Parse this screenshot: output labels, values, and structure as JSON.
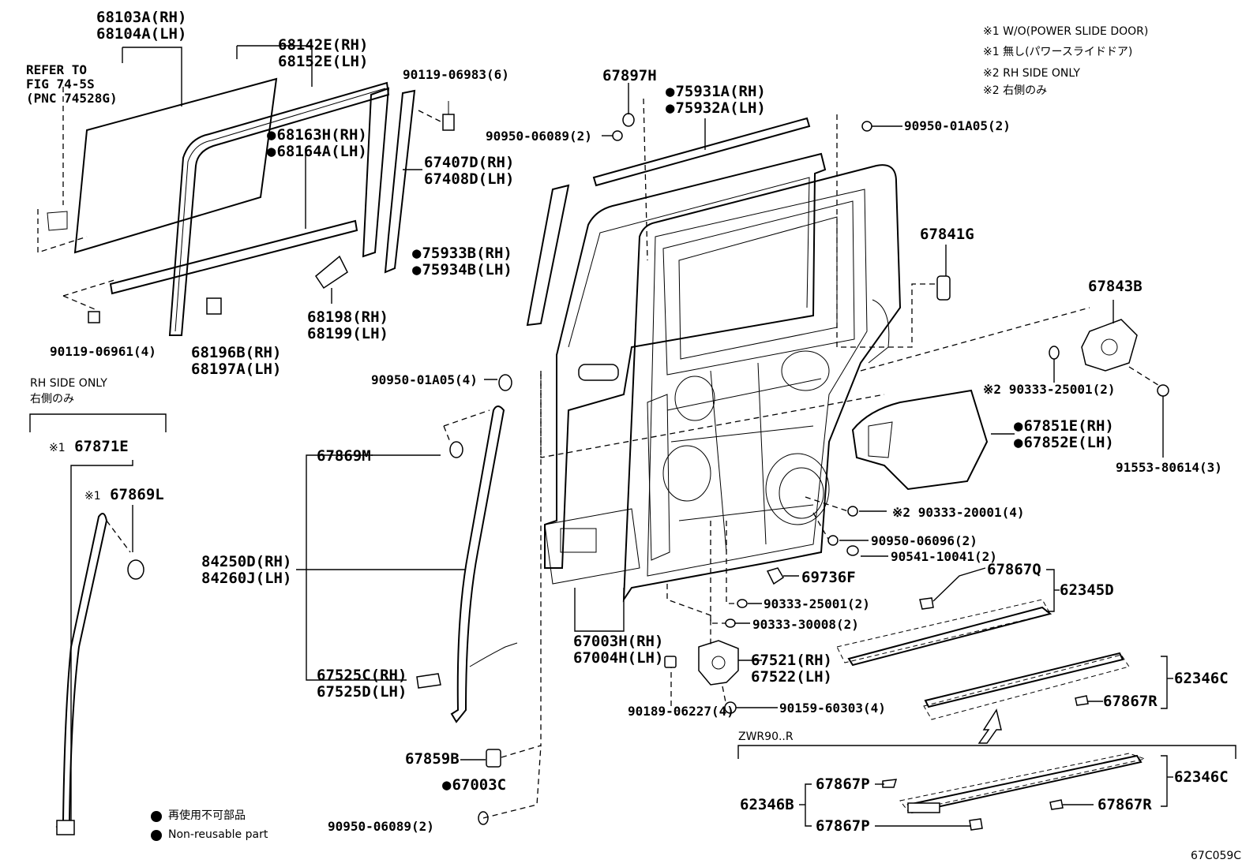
{
  "notes": {
    "n1_en": "※1  W/O(POWER SLIDE DOOR)",
    "n1_jp": "※1  無し(パワースライドドア)",
    "n2_en": "※2  RH SIDE ONLY",
    "n2_jp": "※2  右側のみ"
  },
  "legend": {
    "jp": "再使用不可部品",
    "en": "Non-reusable part"
  },
  "figure_code": "67C059C",
  "rh_side_header": {
    "en": "RH SIDE ONLY",
    "jp": "右側のみ"
  },
  "zwr_header": "ZWR90..R",
  "refer": {
    "l1": "REFER TO",
    "l2": "FIG 74-5S",
    "l3": "(PNC 74528G)"
  },
  "labels": {
    "p68103A": "68103A(RH)",
    "p68104A": "68104A(LH)",
    "p68142E": "68142E(RH)",
    "p68152E": "68152E(LH)",
    "p68163H": "68163H(RH)",
    "p68164A": "68164A(LH)",
    "p90119_06983": "90119-06983(6)",
    "p67407D": "67407D(RH)",
    "p67408D": "67408D(LH)",
    "p67897H": "67897H",
    "p90950_06089_top": "90950-06089(2)",
    "p75931A": "75931A(RH)",
    "p75932A": "75932A(LH)",
    "p90950_01A05_top": "90950-01A05(2)",
    "p75933B": "75933B(RH)",
    "p75934B": "75934B(LH)",
    "p68198": "68198(RH)",
    "p68199": "68199(LH)",
    "p68196B": "68196B(RH)",
    "p68197A": "68197A(LH)",
    "p90119_06961": "90119-06961(4)",
    "p67841G": "67841G",
    "p67843B": "67843B",
    "p90333_25001_r": "90333-25001(2)",
    "p67851E": "67851E(RH)",
    "p67852E": "67852E(LH)",
    "p91553_80614": "91553-80614(3)",
    "p90950_01A05_mid": "90950-01A05(4)",
    "p67871E": "67871E",
    "p67869L": "67869L",
    "p67869M": "67869M",
    "p84250D": "84250D(RH)",
    "p84260J": "84260J(LH)",
    "p67525C": "67525C(RH)",
    "p67525D": "67525D(LH)",
    "p67859B": "67859B",
    "p67003C": "67003C",
    "p90950_06089_bot": "90950-06089(2)",
    "p90333_20001": "90333-20001(4)",
    "p90950_06096": "90950-06096(2)",
    "p90541_10041": "90541-10041(2)",
    "p69736F": "69736F",
    "p90333_25001_c": "90333-25001(2)",
    "p90333_30008": "90333-30008(2)",
    "p67003H": "67003H(RH)",
    "p67004H": "67004H(LH)",
    "p67867Q": "67867Q",
    "p62345D": "62345D",
    "p67521": "67521(RH)",
    "p67522": "67522(LH)",
    "p90189_06227": "90189-06227(4)",
    "p90159_60303": "90159-60303(4)",
    "p62346C_a": "62346C",
    "p67867R_a": "67867R",
    "p62346C_b": "62346C",
    "p62346B": "62346B",
    "p67867P_a": "67867P",
    "p67867P_b": "67867P",
    "p67867R_b": "67867R"
  },
  "marks": {
    "x1": "※1",
    "x2": "※2"
  }
}
